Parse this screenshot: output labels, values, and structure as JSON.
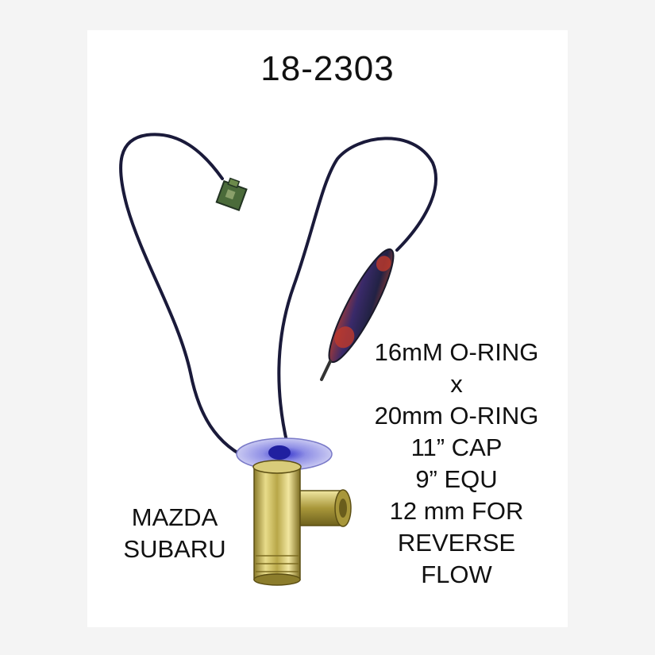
{
  "part_number": "18-2303",
  "specs": [
    "16mM O-RING",
    "x",
    "20mm O-RING",
    "11” CAP",
    "9” EQU",
    "12 mm FOR",
    "REVERSE",
    "FLOW"
  ],
  "makes": [
    "MAZDA",
    "SUBARU"
  ]
}
